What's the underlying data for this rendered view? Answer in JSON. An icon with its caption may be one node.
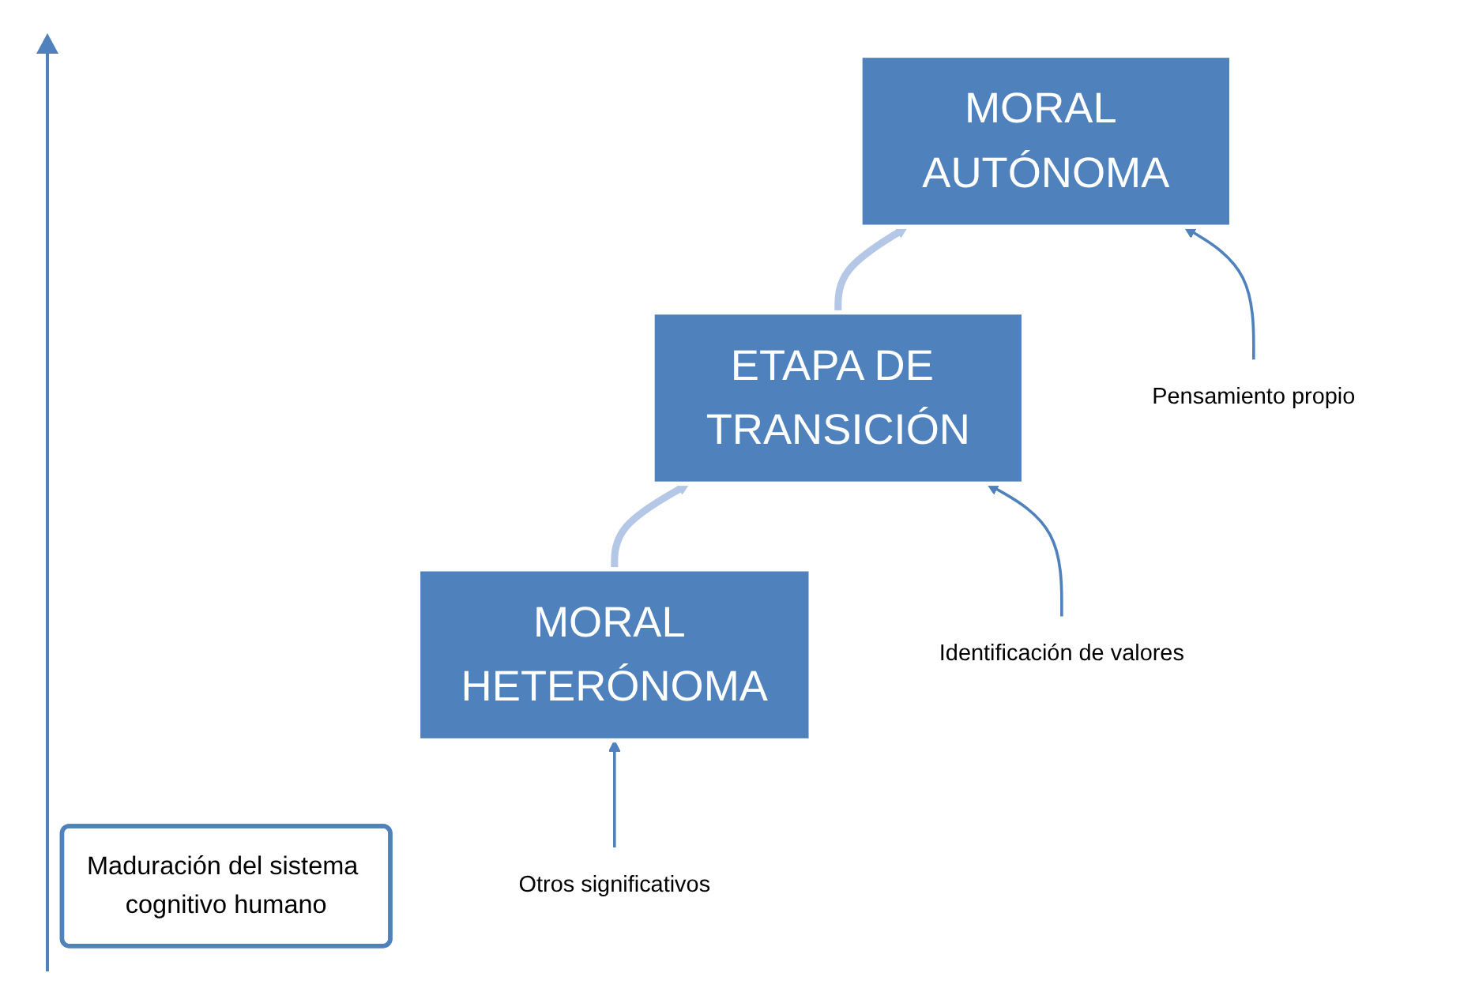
{
  "diagram": {
    "nodes": [
      {
        "text": [
          "Maduración del sistema cognitivo humano"
        ]
      },
      {
        "text": [
          "MORAL AUTÓNOMA"
        ]
      },
      {
        "text": [
          "Pensamiento propio"
        ]
      },
      {
        "text": [
          "ETAPA DE TRANSICIÓN"
        ]
      },
      {
        "text": [
          "Identificación de valores"
        ]
      },
      {
        "text": [
          "MORAL HETERÓNOMA"
        ]
      },
      {
        "text": [
          "Otros significativos"
        ]
      }
    ],
    "edges": [
      {
        "from": 5,
        "to": 3,
        "arrow": "to",
        "style": "thick",
        "color": "#b4c7e7"
      },
      {
        "from": 3,
        "to": 1,
        "arrow": "to",
        "style": "thick",
        "color": "#b4c7e7"
      },
      {
        "from": 2,
        "to": 1,
        "arrow": "to"
      },
      {
        "from": 4,
        "to": 3,
        "arrow": "to"
      },
      {
        "from": 6,
        "to": 5,
        "arrow": "to"
      }
    ]
  }
}
